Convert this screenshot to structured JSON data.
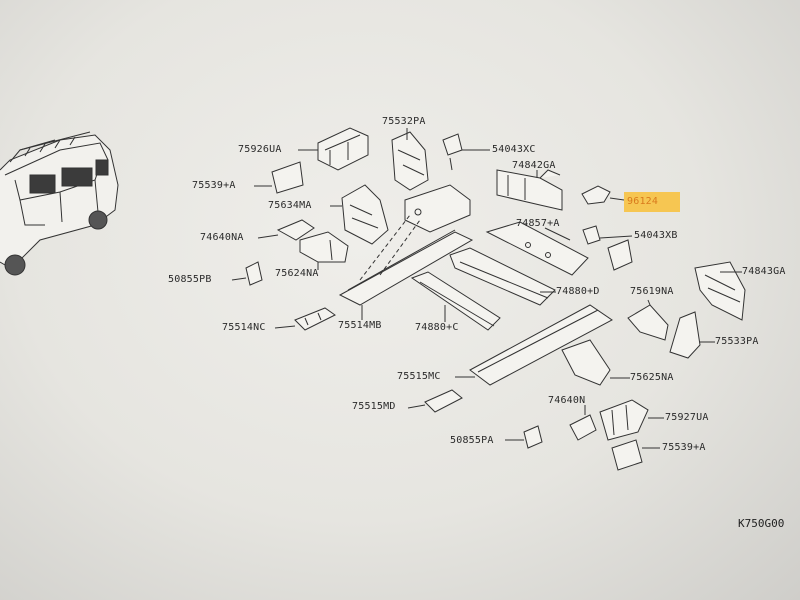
{
  "labels": {
    "p75926UA": "75926UA",
    "p75532PA": "75532PA",
    "p54043XC": "54043XC",
    "p74842GA": "74842GA",
    "p75539A": "75539+A",
    "p75634MA": "75634MA",
    "p96124": "96124",
    "p74640NA": "74640NA",
    "p74857A": "74857+A",
    "p54043XB": "54043XB",
    "p50855PB": "50855PB",
    "p75624NA": "75624NA",
    "p74843GA": "74843GA",
    "p74880D": "74880+D",
    "p75619NA": "75619NA",
    "p75514NC": "75514NC",
    "p75514MB": "75514MB",
    "p74880C": "74880+C",
    "p75533PA": "75533PA",
    "p75515MC": "75515MC",
    "p75625NA": "75625NA",
    "p74640N": "74640N",
    "p75515MD": "75515MD",
    "p75927UA": "75927UA",
    "p50855PA": "50855PA",
    "p75539A2": "75539+A"
  },
  "diagram_code": "K750G00",
  "highlight_color": "#f7c44a"
}
